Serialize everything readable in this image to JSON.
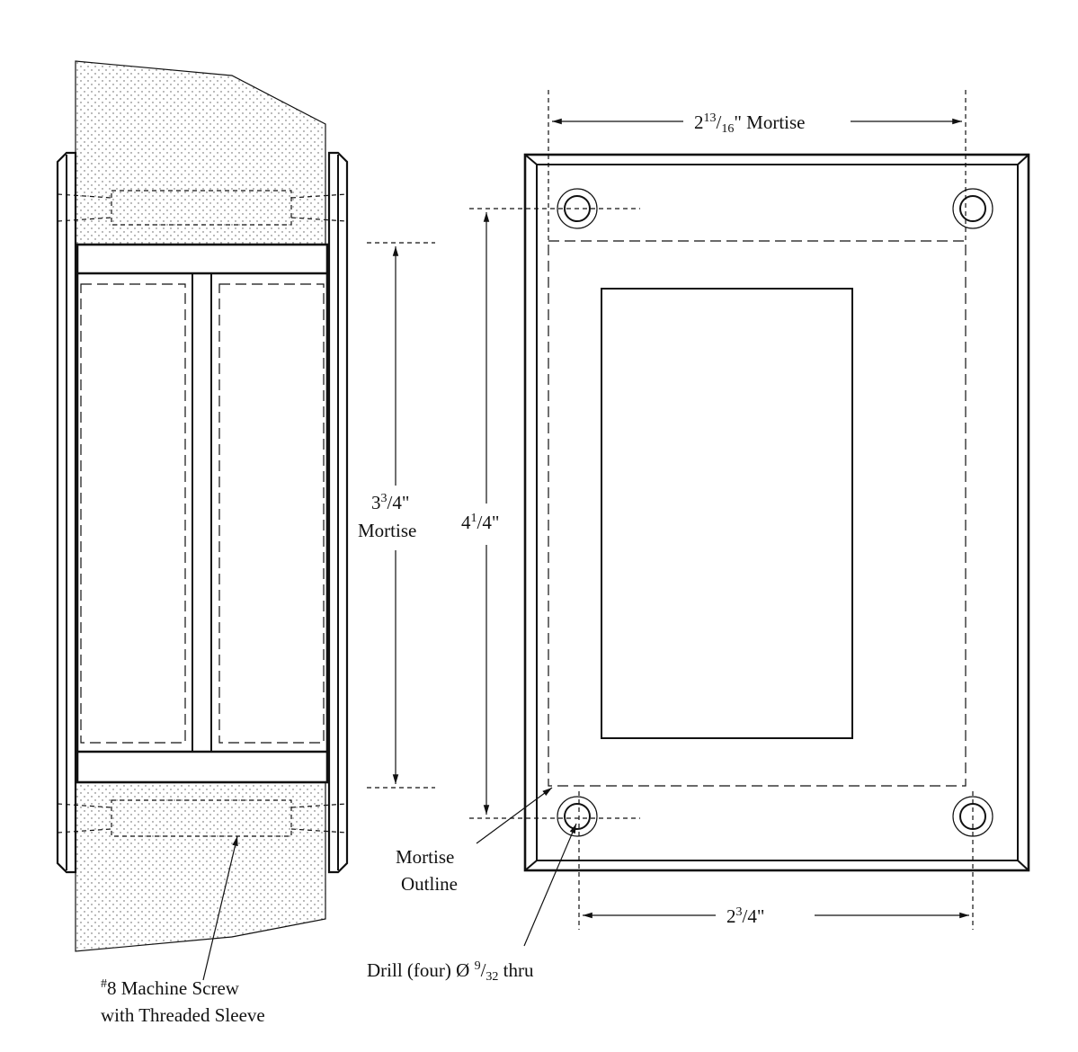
{
  "labels": {
    "top_dim": {
      "value": "2",
      "sup": "13",
      "rest": "/",
      "sub": "16",
      "suffix": "\" Mortise"
    },
    "side_dim": {
      "value": "3",
      "sup": "3",
      "rest": "/4\"",
      "line2": "Mortise"
    },
    "height_dim": {
      "value": "4",
      "sup": "1",
      "rest": "/4\""
    },
    "bottom_dim": {
      "value": "2",
      "sup": "3",
      "rest": "/4\""
    },
    "mortise_outline": {
      "line1": "Mortise",
      "line2": "Outline"
    },
    "drill": {
      "text": "Drill (four) Ø ",
      "sup": "9",
      "rest": "/",
      "sub": "32",
      "suffix": " thru"
    },
    "screw": {
      "sup": "#",
      "line1": "8 Machine Screw",
      "line2": "with Threaded Sleeve"
    }
  }
}
